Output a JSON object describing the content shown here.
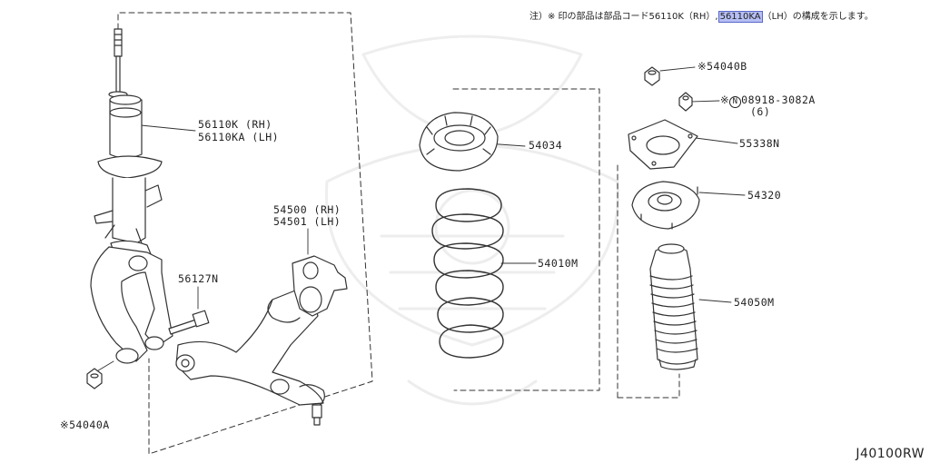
{
  "header_note": {
    "prefix": "注）※ 印の部品は部品コード56110K（RH）,",
    "highlight": "56110KA",
    "suffix": "（LH）の構成を示します。"
  },
  "diagram_code": "J40100RW",
  "labels": {
    "strut_rh": "56110K (RH)",
    "strut_lh": "56110KA (LH)",
    "arm_rh": "54500 (RH)",
    "arm_lh": "54501 (LH)",
    "bolt": "56127N",
    "nut_a": "※54040A",
    "seat": "54034",
    "spring": "54010M",
    "nut_b": "※54040B",
    "nut_c_prefix": "※",
    "nut_c_circle": "N",
    "nut_c_code": "08918-3082A",
    "nut_c_qty": "(6)",
    "plate": "55338N",
    "mount": "54320",
    "boot": "54050M"
  }
}
